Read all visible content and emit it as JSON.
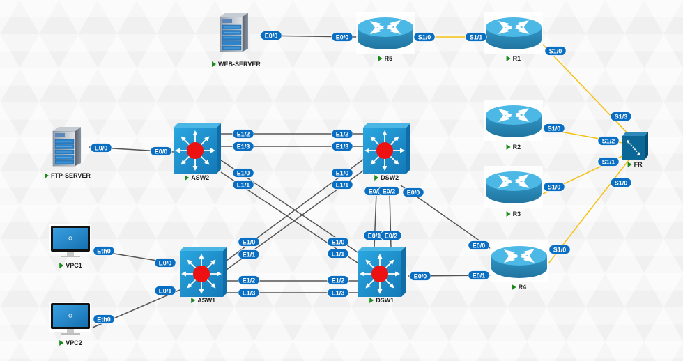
{
  "colors": {
    "ethernet_link": "#555555",
    "serial_link": "#f5c116",
    "port_badge": "#0a6fc2",
    "router_top": "#4bb8e6",
    "router_side": "#2a86b6",
    "switch_face": "#1a8fd0",
    "switch_center": "#ee1111",
    "frame_relay": "#0b6896",
    "status_running": "#1a8a1a"
  },
  "nodes": [
    {
      "id": "WEB-SERVER",
      "label": "WEB-SERVER",
      "type": "server",
      "status": "running"
    },
    {
      "id": "R5",
      "label": "R5",
      "type": "router",
      "status": "running"
    },
    {
      "id": "R1",
      "label": "R1",
      "type": "router",
      "status": "running"
    },
    {
      "id": "R2",
      "label": "R2",
      "type": "router",
      "status": "running"
    },
    {
      "id": "R3",
      "label": "R3",
      "type": "router",
      "status": "running"
    },
    {
      "id": "R4",
      "label": "R4",
      "type": "router",
      "status": "running"
    },
    {
      "id": "FR",
      "label": "FR",
      "type": "frame-relay-switch",
      "status": "running"
    },
    {
      "id": "FTP-SERVER",
      "label": "FTP-SERVER",
      "type": "server",
      "status": "running"
    },
    {
      "id": "ASW2",
      "label": "ASW2",
      "type": "l3-switch",
      "status": "running"
    },
    {
      "id": "DSW2",
      "label": "DSW2",
      "type": "l3-switch",
      "status": "running"
    },
    {
      "id": "ASW1",
      "label": "ASW1",
      "type": "l3-switch",
      "status": "running"
    },
    {
      "id": "DSW1",
      "label": "DSW1",
      "type": "l3-switch",
      "status": "running"
    },
    {
      "id": "VPC1",
      "label": "VPC1",
      "type": "vpc",
      "status": "running"
    },
    {
      "id": "VPC2",
      "label": "VPC2",
      "type": "vpc",
      "status": "running"
    }
  ],
  "links": [
    {
      "a": "WEB-SERVER",
      "a_port": "E0/0",
      "b": "R5",
      "b_port": "E0/0",
      "kind": "ethernet"
    },
    {
      "a": "R5",
      "a_port": "S1/0",
      "b": "R1",
      "b_port": "S1/1",
      "kind": "serial"
    },
    {
      "a": "R1",
      "a_port": "S1/0",
      "b": "FR",
      "b_port": "S1/3",
      "kind": "serial"
    },
    {
      "a": "R2",
      "a_port": "S1/0",
      "b": "FR",
      "b_port": "S1/2",
      "kind": "serial"
    },
    {
      "a": "R3",
      "a_port": "S1/0",
      "b": "FR",
      "b_port": "S1/1",
      "kind": "serial"
    },
    {
      "a": "R4",
      "a_port": "S1/0",
      "b": "FR",
      "b_port": "S1/0",
      "kind": "serial"
    },
    {
      "a": "FTP-SERVER",
      "a_port": "E0/0",
      "b": "ASW2",
      "b_port": "E0/0",
      "kind": "ethernet"
    },
    {
      "a": "ASW2",
      "a_port": "E1/2",
      "b": "DSW2",
      "b_port": "E1/2",
      "kind": "ethernet"
    },
    {
      "a": "ASW2",
      "a_port": "E1/3",
      "b": "DSW2",
      "b_port": "E1/3",
      "kind": "ethernet"
    },
    {
      "a": "ASW2",
      "a_port": "E1/0",
      "b": "DSW1",
      "b_port": "E1/0",
      "kind": "ethernet"
    },
    {
      "a": "ASW2",
      "a_port": "E1/1",
      "b": "DSW1",
      "b_port": "E1/1",
      "kind": "ethernet"
    },
    {
      "a": "ASW1",
      "a_port": "E1/0",
      "b": "DSW2",
      "b_port": "E1/0",
      "kind": "ethernet"
    },
    {
      "a": "ASW1",
      "a_port": "E1/1",
      "b": "DSW2",
      "b_port": "E1/1",
      "kind": "ethernet"
    },
    {
      "a": "ASW1",
      "a_port": "E1/2",
      "b": "DSW1",
      "b_port": "E1/2",
      "kind": "ethernet"
    },
    {
      "a": "ASW1",
      "a_port": "E1/3",
      "b": "DSW1",
      "b_port": "E1/3",
      "kind": "ethernet"
    },
    {
      "a": "DSW2",
      "a_port": "E0/1",
      "b": "DSW1",
      "b_port": "E0/1",
      "kind": "ethernet"
    },
    {
      "a": "DSW2",
      "a_port": "E0/2",
      "b": "DSW1",
      "b_port": "E0/2",
      "kind": "ethernet"
    },
    {
      "a": "DSW2",
      "a_port": "E0/0",
      "b": "R4",
      "b_port": "E0/0",
      "kind": "ethernet"
    },
    {
      "a": "DSW1",
      "a_port": "E0/0",
      "b": "R4",
      "b_port": "E0/1",
      "kind": "ethernet"
    },
    {
      "a": "VPC1",
      "a_port": "Eth0",
      "b": "ASW1",
      "b_port": "E0/0",
      "kind": "ethernet"
    },
    {
      "a": "VPC2",
      "a_port": "Eth0",
      "b": "ASW1",
      "b_port": "E0/1",
      "kind": "ethernet"
    }
  ]
}
